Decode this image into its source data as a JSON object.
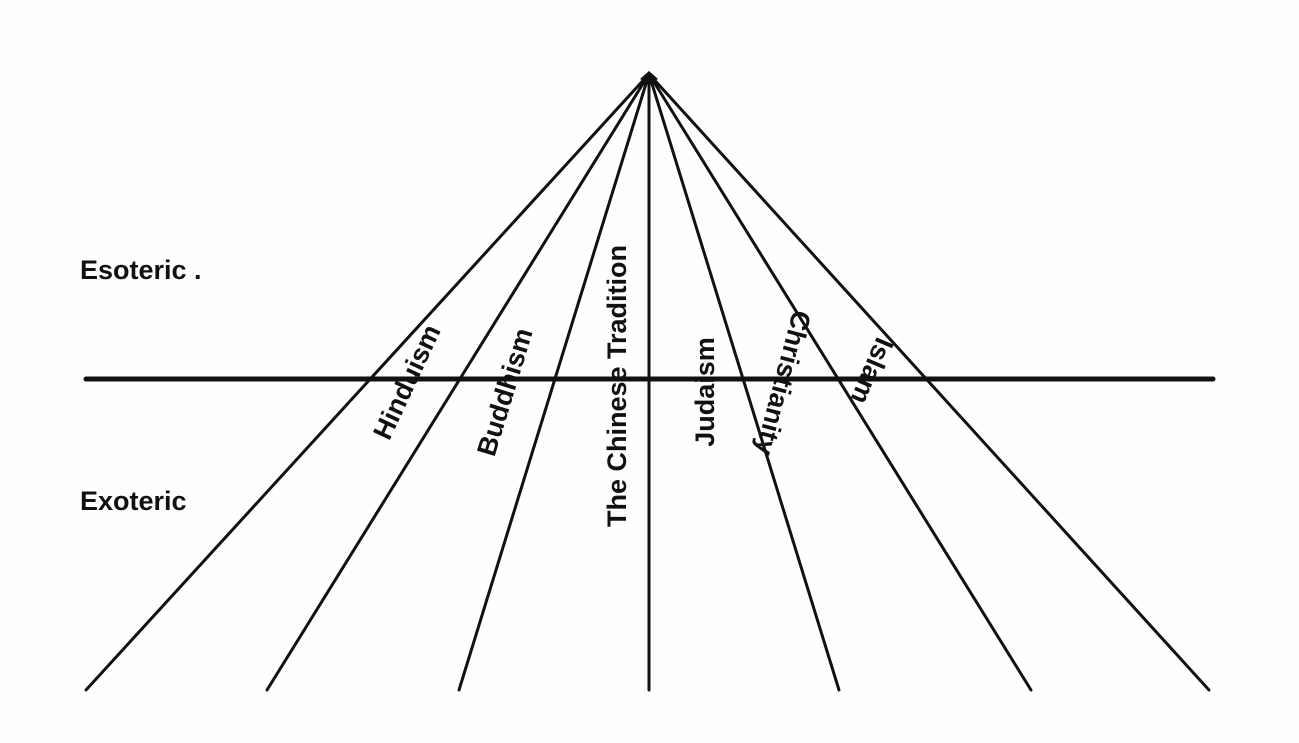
{
  "levels": {
    "upper": "Esoteric .",
    "lower": "Exoteric"
  },
  "traditions": [
    {
      "label": "Hinduism"
    },
    {
      "label": "Buddhism"
    },
    {
      "label": "The Chinese Tradition"
    },
    {
      "label": "Judaism"
    },
    {
      "label": "Christianity"
    },
    {
      "label": "Islam"
    }
  ],
  "colors": {
    "ink": "#111111",
    "paper": "#fefefe"
  }
}
